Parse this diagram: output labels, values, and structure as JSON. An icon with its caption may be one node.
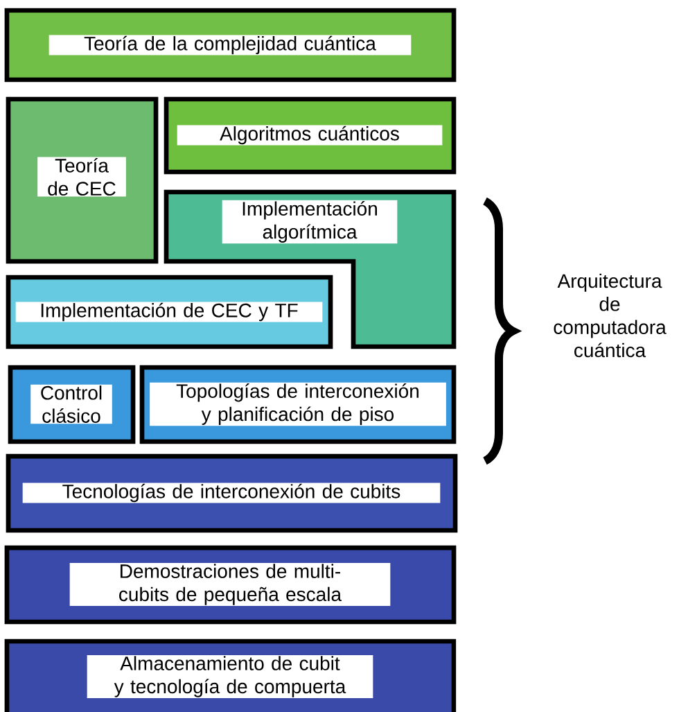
{
  "diagram": {
    "nodes": [
      {
        "text": [
          "Teoría de la complejidad cuántica"
        ]
      },
      {
        "text": [
          "Teoría de CEC"
        ]
      },
      {
        "text": [
          "Algoritmos cuánticos"
        ]
      },
      {
        "text": [
          "Implementación algorítmica"
        ]
      },
      {
        "text": [
          "Implementación de CEC y TF"
        ]
      },
      {
        "text": [
          "Control clásico"
        ]
      },
      {
        "text": [
          "Topologías de interconexión y planificación de piso"
        ]
      },
      {
        "text": [
          "Tecnologías de interconexión de cubits"
        ]
      },
      {
        "text": [
          "Demostraciones de multi-cubits de pequeña escala"
        ]
      },
      {
        "text": [
          "Almacenamiento de cubit y tecnología de compuerta"
        ]
      }
    ],
    "labels": [
      "Arquitectura de computadora cuántica"
    ]
  }
}
